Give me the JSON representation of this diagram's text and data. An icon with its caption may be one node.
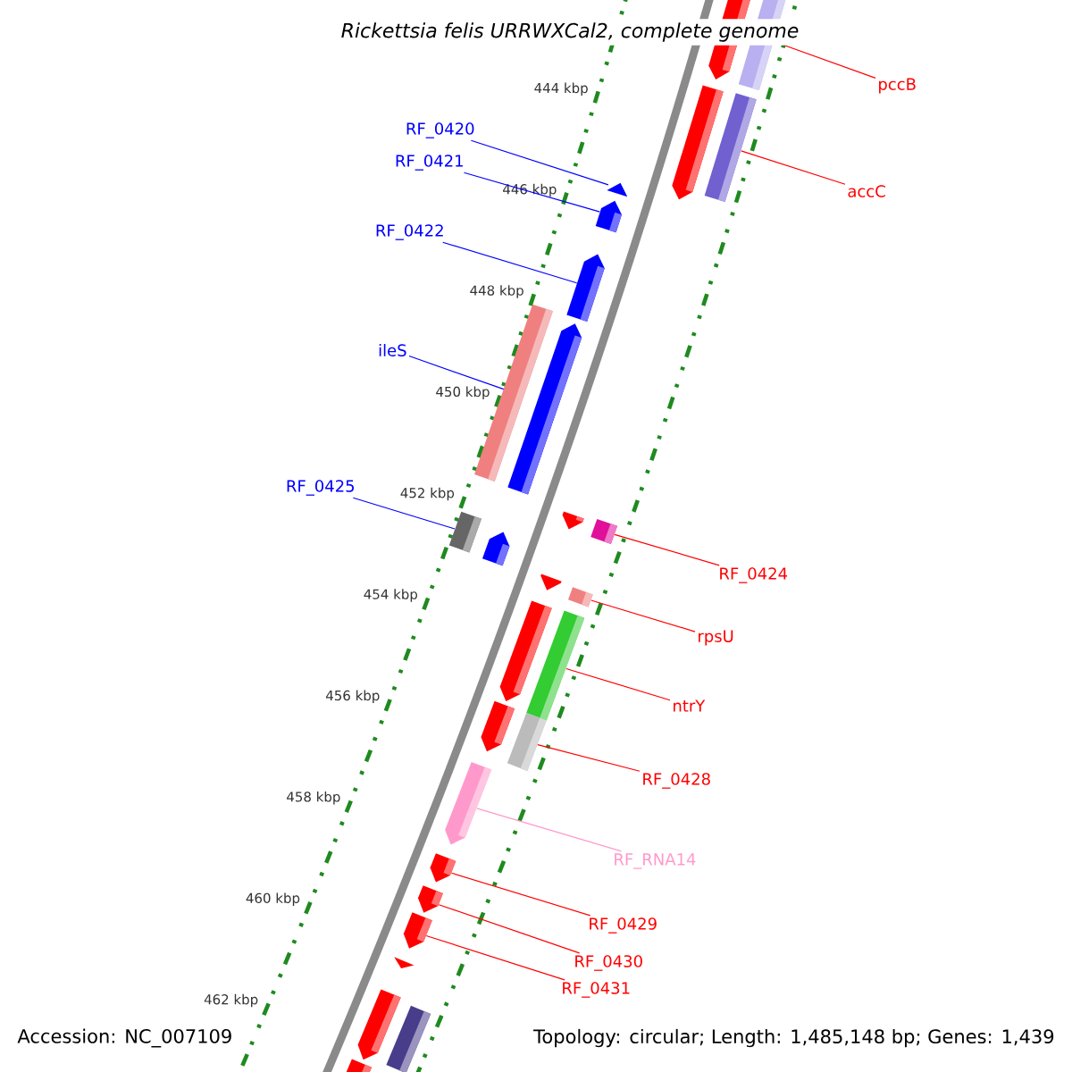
{
  "diagram": {
    "title": "Rickettsia felis URRWXCal2, complete genome",
    "nodes": [
      {
        "text": [
          "RF_0420"
        ]
      },
      {
        "text": [
          "RF_0421"
        ]
      },
      {
        "text": [
          "RF_0422"
        ]
      },
      {
        "text": [
          "ileS"
        ]
      },
      {
        "text": [
          "RF_0425"
        ]
      },
      {
        "text": [
          "pccB"
        ]
      },
      {
        "text": [
          "accC"
        ]
      },
      {
        "text": [
          "RF_0424"
        ]
      },
      {
        "text": [
          "rpsU"
        ]
      },
      {
        "text": [
          "ntrY"
        ]
      },
      {
        "text": [
          "RF_0428"
        ]
      },
      {
        "text": [
          "RF_RNA14"
        ]
      },
      {
        "text": [
          "RF_0429"
        ]
      },
      {
        "text": [
          "RF_0430"
        ]
      },
      {
        "text": [
          "RF_0431"
        ]
      },
      {
        "text": [],
        "shape": "arrow"
      },
      {
        "text": [],
        "shape": "bar"
      },
      {
        "text": [],
        "shape": "arrow"
      },
      {
        "text": [],
        "shape": "bar"
      },
      {
        "text": [],
        "shape": "arrow"
      },
      {
        "text": [],
        "shape": "arrow"
      },
      {
        "text": [],
        "shape": "arrow"
      },
      {
        "text": [],
        "shape": "bar"
      },
      {
        "text": [],
        "shape": "arrow"
      },
      {
        "text": [],
        "shape": "arrow"
      },
      {
        "text": [],
        "shape": "bar"
      },
      {
        "text": [],
        "shape": "bar"
      },
      {
        "text": [],
        "shape": "arrow"
      },
      {
        "text": [],
        "shape": "arrow"
      },
      {
        "text": [],
        "shape": "bar"
      },
      {
        "text": [],
        "shape": "arrow"
      },
      {
        "text": [],
        "shape": "bar"
      },
      {
        "text": [],
        "shape": "arrow"
      },
      {
        "text": [],
        "shape": "bar"
      },
      {
        "text": [],
        "shape": "arrow"
      },
      {
        "text": [],
        "shape": "arrow"
      },
      {
        "text": [],
        "shape": "arrow"
      },
      {
        "text": [],
        "shape": "arrow"
      },
      {
        "text": [],
        "shape": "arrow"
      },
      {
        "text": [],
        "shape": "arrow"
      },
      {
        "text": [],
        "shape": "bar"
      },
      {
        "text": [],
        "shape": "arrow"
      }
    ],
    "edges": [
      {
        "from": 0,
        "to": 19,
        "arrow": "none",
        "color": "#0000ff"
      },
      {
        "from": 1,
        "to": 20,
        "arrow": "none",
        "color": "#0000ff"
      },
      {
        "from": 2,
        "to": 21,
        "arrow": "none",
        "color": "#0000ff"
      },
      {
        "from": 3,
        "to": 22,
        "arrow": "none",
        "color": "#0000ff"
      },
      {
        "from": 4,
        "to": 25,
        "arrow": "none",
        "color": "#0000ff"
      },
      {
        "from": 5,
        "to": 16,
        "arrow": "none"
      },
      {
        "from": 6,
        "to": 18,
        "arrow": "none"
      },
      {
        "from": 7,
        "to": 26,
        "arrow": "none"
      },
      {
        "from": 8,
        "to": 29,
        "arrow": "none"
      },
      {
        "from": 9,
        "to": 31,
        "arrow": "none"
      },
      {
        "from": 10,
        "to": 33,
        "arrow": "none"
      },
      {
        "from": 11,
        "to": 34,
        "arrow": "none",
        "color": "#ff99cc"
      },
      {
        "from": 12,
        "to": 35,
        "arrow": "none"
      },
      {
        "from": 13,
        "to": 36,
        "arrow": "none"
      },
      {
        "from": 14,
        "to": 37,
        "arrow": "none"
      }
    ],
    "labels": [
      "444 kbp",
      "446 kbp",
      "448 kbp",
      "450 kbp",
      "452 kbp",
      "454 kbp",
      "456 kbp",
      "458 kbp",
      "460 kbp",
      "462 kbp",
      "Accession: NC_007109",
      "Topology: circular; Length: 1,485,148 bp; Genes: 1,439"
    ]
  }
}
